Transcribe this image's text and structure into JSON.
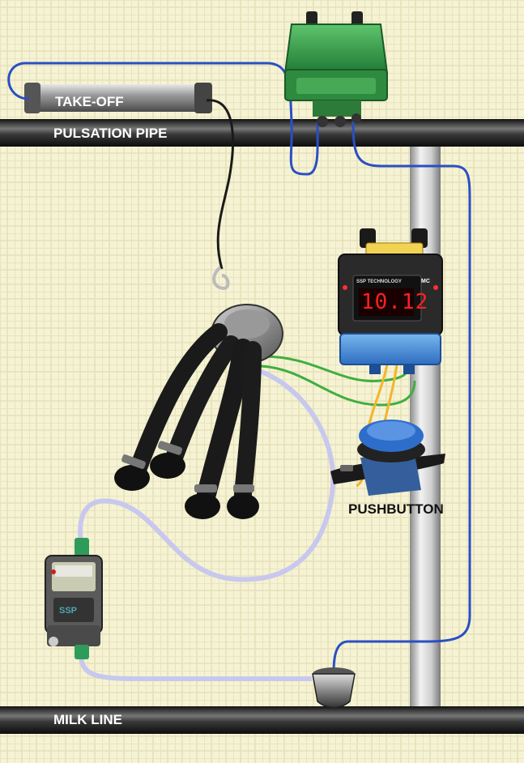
{
  "labels": {
    "take_off": "TAKE-OFF",
    "pulsation_pipe": "PULSATION PIPE",
    "pushbutton": "PUSHBUTTON",
    "milk_line": "MILK LINE"
  },
  "controller": {
    "display_value": "10.12",
    "brand": "SSP TECHNOLOGY",
    "model": "MC"
  },
  "milk_meter": {
    "brand": "SSP"
  },
  "colors": {
    "background": "#f5f3d4",
    "grid": "#e2ddb5",
    "pipe_dark": "#1e1e1e",
    "blue_cable": "#2a4fc4",
    "green_cable": "#3fae3f",
    "milk_tube": "#c8c8ee",
    "yellow_cable": "#f3b52a",
    "valve_green": "#39a64a",
    "controller_blue": "#4a8fd8",
    "display_red": "#ff2020"
  }
}
